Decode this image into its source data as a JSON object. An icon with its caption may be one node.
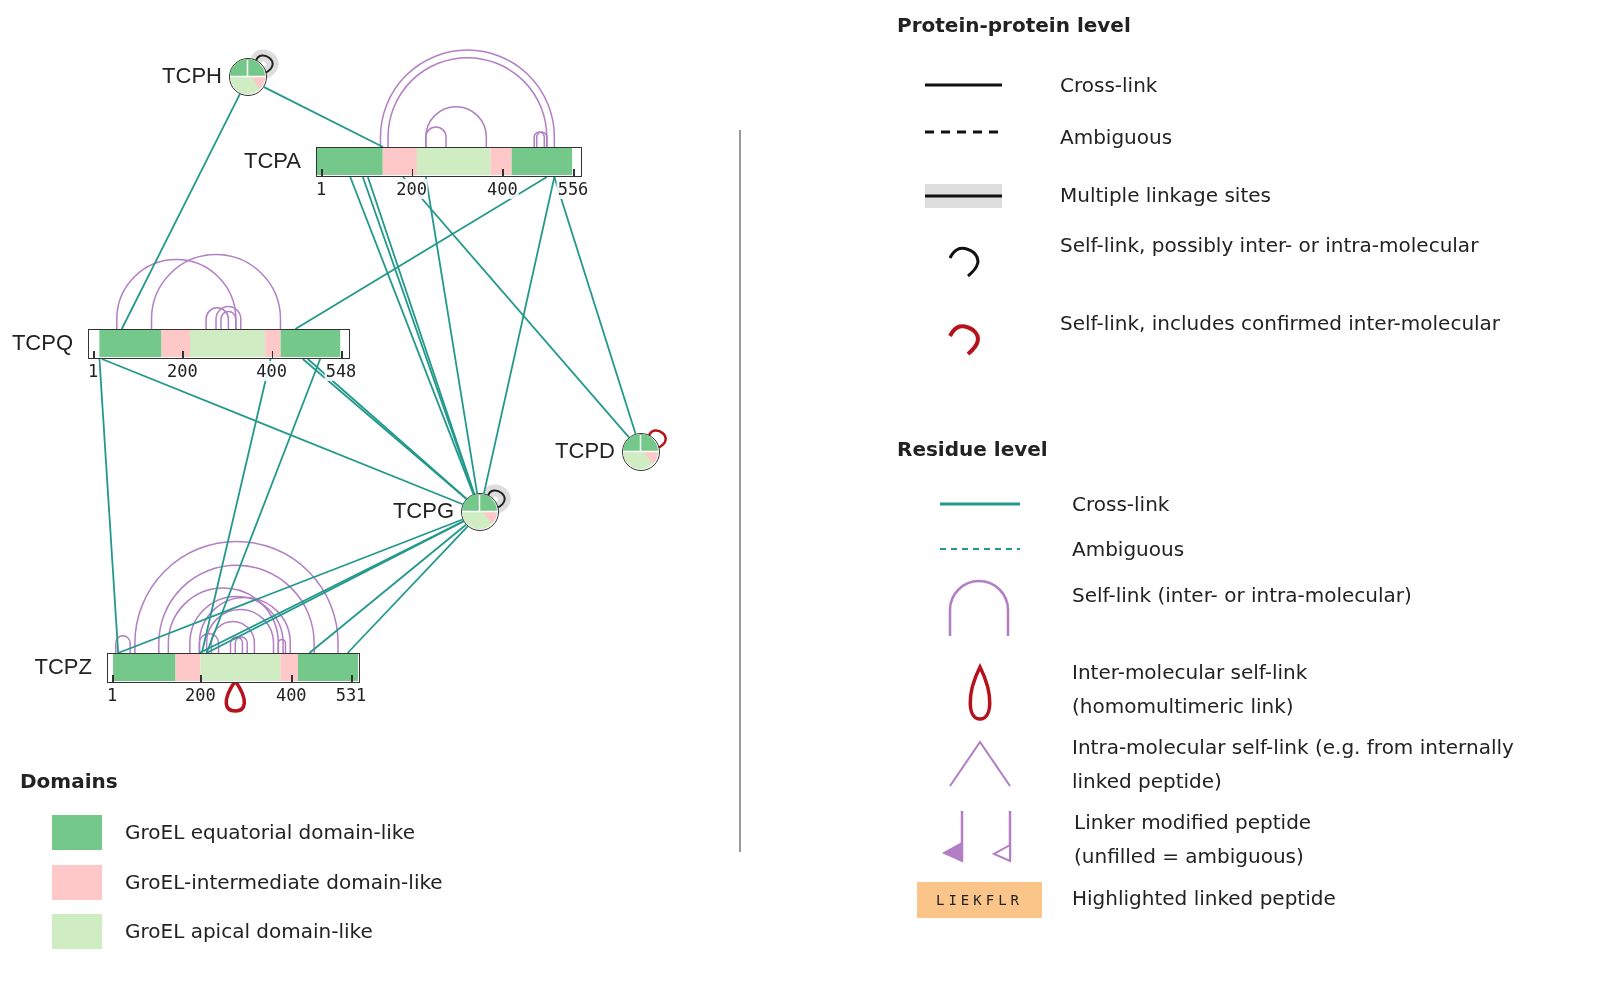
{
  "diagram": {
    "nodes": [
      {
        "text": [
          "TCPH"
        ]
      },
      {
        "text": [
          "TCPA"
        ],
        "beside": [
          "1",
          "200",
          "400",
          "556"
        ]
      },
      {
        "text": [
          "TCPQ"
        ],
        "beside": [
          "1",
          "200",
          "400",
          "548"
        ]
      },
      {
        "text": [
          "TCPD"
        ]
      },
      {
        "text": [
          "TCPG"
        ]
      },
      {
        "text": [
          "TCPZ"
        ],
        "beside": [
          "1",
          "200",
          "400",
          "531"
        ]
      }
    ],
    "edges": [
      {
        "from": 0,
        "to": 2,
        "arrow": "none"
      },
      {
        "from": 0,
        "to": 1,
        "arrow": "none"
      },
      {
        "from": 1,
        "to": 3,
        "arrow": "none"
      },
      {
        "from": 1,
        "to": 3,
        "arrow": "none"
      },
      {
        "from": 1,
        "to": 4,
        "arrow": "none"
      },
      {
        "from": 1,
        "to": 2,
        "arrow": "none"
      },
      {
        "from": 1,
        "to": 4,
        "arrow": "none"
      },
      {
        "from": 1,
        "to": 4,
        "arrow": "none"
      },
      {
        "from": 1,
        "to": 4,
        "arrow": "none"
      },
      {
        "from": 1,
        "to": 4,
        "arrow": "none"
      },
      {
        "from": 2,
        "to": 4,
        "arrow": "none"
      },
      {
        "from": 2,
        "to": 4,
        "arrow": "none"
      },
      {
        "from": 2,
        "to": 4,
        "arrow": "none"
      },
      {
        "from": 2,
        "to": 5,
        "arrow": "none"
      },
      {
        "from": 2,
        "to": 5,
        "arrow": "none"
      },
      {
        "from": 2,
        "to": 5,
        "arrow": "none"
      },
      {
        "from": 4,
        "to": 5,
        "arrow": "none"
      },
      {
        "from": 4,
        "to": 5,
        "arrow": "none"
      },
      {
        "from": 4,
        "to": 5,
        "arrow": "none"
      },
      {
        "from": 4,
        "to": 5,
        "arrow": "none"
      },
      {
        "from": 4,
        "to": 5,
        "arrow": "none"
      }
    ],
    "labels": [
      "Protein-protein level",
      "Residue level",
      "LIEKFLR",
      "Domains"
    ],
    "legend": [
      {
        "text": "Cross-link"
      },
      {
        "text": "Ambiguous"
      },
      {
        "text": "Multiple linkage sites"
      },
      {
        "text": "Self-link, possibly inter- or intra-molecular"
      },
      {
        "text": "Self-link, includes confirmed inter-molecular"
      },
      {
        "text": "Cross-link"
      },
      {
        "text": "Ambiguous"
      },
      {
        "text": "Self-link (inter- or intra-molecular)"
      },
      {
        "text": "Inter-molecular self-link (homomultimeric link)"
      },
      {
        "text": "Intra-molecular self-link (e.g. from internally linked peptide)"
      },
      {
        "text": "Linker modified peptide (unfilled = ambiguous)"
      },
      {
        "text": "Highlighted linked peptide"
      },
      {
        "text": "GroEL equatorial domain-like",
        "color": "#74c98a"
      },
      {
        "text": "GroEL-intermediate domain-like",
        "color": "#ffc8c8"
      },
      {
        "text": "GroEL apical domain-like",
        "color": "#cfecc2"
      }
    ]
  }
}
